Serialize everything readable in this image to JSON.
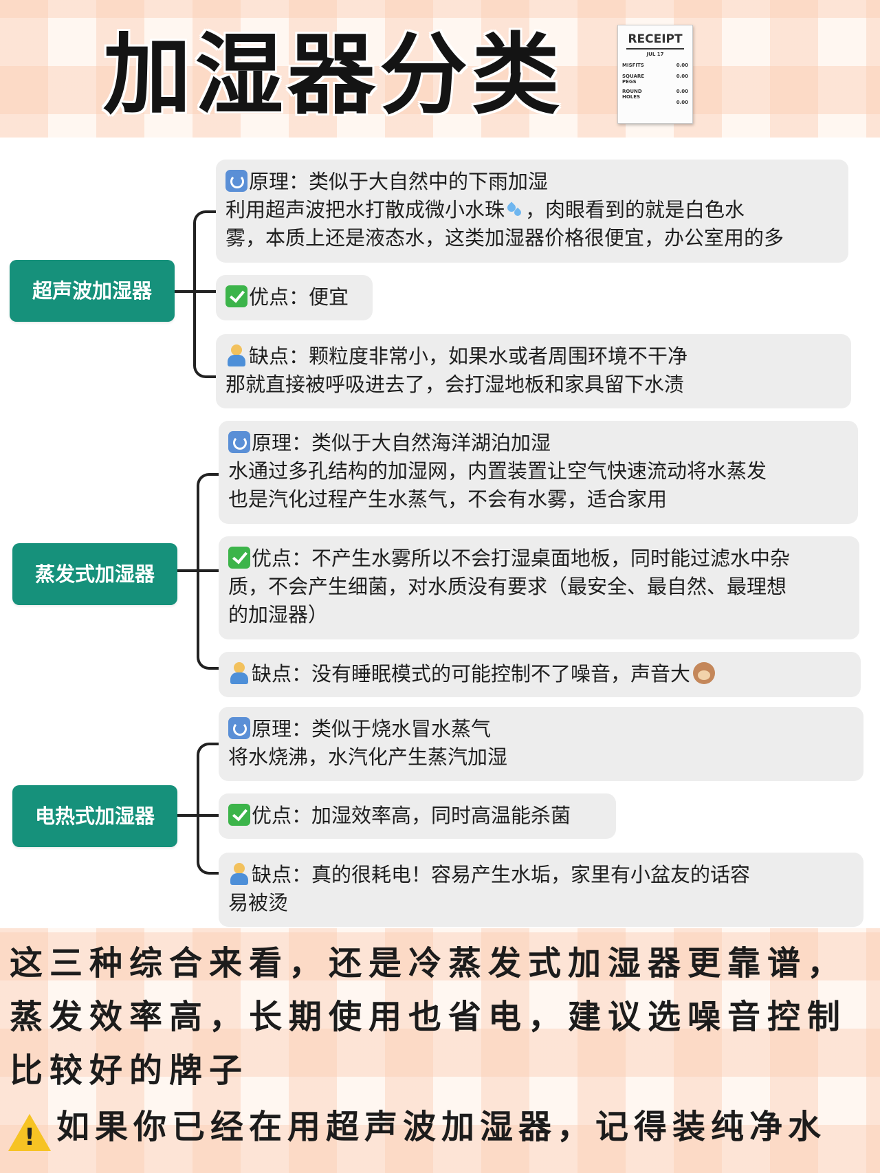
{
  "title": "加湿器分类",
  "receipt": {
    "label": "RECEIPT",
    "date": "JUL 17",
    "rows": [
      {
        "label": "MISFITS",
        "value": "0.00"
      },
      {
        "label": "SQUARE PEGS",
        "value": "0.00"
      },
      {
        "label": "ROUND HOLES",
        "value": "0.00"
      },
      {
        "label": "",
        "value": "0.00"
      }
    ]
  },
  "categories": [
    {
      "name": "超声波加湿器",
      "principle": [
        "原理：类似于大自然中的下雨加湿",
        "利用超声波把水打散成微小水珠",
        "，肉眼看到的就是白色水",
        "雾，本质上还是液态水，这类加湿器价格很便宜，办公室用的多"
      ],
      "pros": "优点：便宜",
      "cons": [
        "缺点：颗粒度非常小，如果水或者周围环境不干净",
        "那就直接被呼吸进去了，会打湿地板和家具留下水渍"
      ]
    },
    {
      "name": "蒸发式加湿器",
      "principle": [
        "原理：类似于大自然海洋湖泊加湿",
        "水通过多孔结构的加湿网，内置装置让空气快速流动将水蒸发",
        "也是汽化过程产生水蒸气，不会有水雾，适合家用"
      ],
      "pros": [
        "优点：不产生水雾所以不会打湿桌面地板，同时能过滤水中杂",
        "质，不会产生细菌，对水质没有要求（最安全、最自然、最理想",
        "的加湿器）"
      ],
      "cons": "缺点：没有睡眠模式的可能控制不了噪音，声音大"
    },
    {
      "name": "电热式加湿器",
      "principle": [
        "原理：类似于烧水冒水蒸气",
        "将水烧沸，水汽化产生蒸汽加湿"
      ],
      "pros": "优点：加湿效率高，同时高温能杀菌",
      "cons": [
        "缺点：真的很耗电！容易产生水垢，家里有小盆友的话容",
        "易被烫"
      ]
    }
  ],
  "summary": {
    "lines": [
      "这三种综合来看，还是冷蒸发式加湿器更靠谱，",
      "蒸发效率高，长期使用也省电，建议选噪音控制",
      "比较好的牌子"
    ],
    "warning_icon": "warning-icon",
    "warning_symbol": "!",
    "warning": "如果你已经在用超声波加湿器，记得装纯净水"
  },
  "colors": {
    "category_bg": "#16917b",
    "node_bg": "#ededed"
  }
}
